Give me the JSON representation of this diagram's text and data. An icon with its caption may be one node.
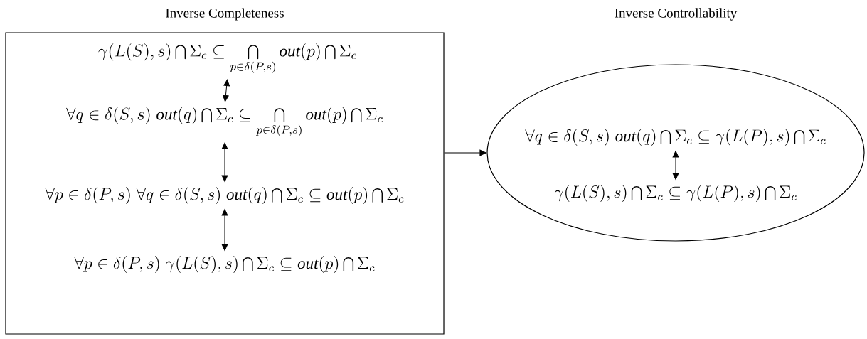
{
  "diagram": {
    "nodes": [
      {
        "text": [
          "Inverse Completeness"
        ]
      },
      {
        "text": [
          "\\gamma(L(S),s)\\bigcap\\Sigma_c\\subseteq\\bigcap\\limits_{p\\in\\delta(P,s)}\\mathit{out}(p)\\bigcap\\Sigma_c"
        ],
        "in": 0
      },
      {
        "text": [
          "\\forall q\\in\\delta(S,s)\\;\\mathit{out}(q)\\bigcap\\Sigma_c\\subseteq\\bigcap\\limits_{p\\in\\delta(P,s)}\\mathit{out}(p)\\bigcap\\Sigma_c"
        ],
        "in": 0
      },
      {
        "text": [
          "\\forall p\\in\\delta(P,s)\\;\\forall q\\in\\delta(S,s)\\;\\mathit{out}(q)\\bigcap\\Sigma_c\\subseteq\\mathit{out}(p)\\bigcap\\Sigma_c"
        ],
        "in": 0
      },
      {
        "text": [
          "\\forall p\\in\\delta(P,s)\\;\\gamma(L(S),s)\\bigcap\\Sigma_c\\subseteq\\mathit{out}(p)\\bigcap\\Sigma_c"
        ],
        "in": 0
      },
      {
        "text": [
          "Inverse Controllability"
        ]
      },
      {
        "text": [
          "\\forall q\\in\\delta(S,s)\\;\\mathit{out}(q)\\bigcap\\Sigma_c\\subseteq\\gamma(L(P),s)\\bigcap\\Sigma_c"
        ],
        "in": 5
      },
      {
        "text": [
          "\\gamma(L(S),s)\\bigcap\\Sigma_c\\subseteq\\gamma(L(P),s)\\bigcap\\Sigma_c"
        ],
        "in": 5
      }
    ],
    "edges": [
      {
        "from": 1,
        "to": 2,
        "arrow": "both"
      },
      {
        "from": 2,
        "to": 3,
        "arrow": "both"
      },
      {
        "from": 3,
        "to": 4,
        "arrow": "both"
      },
      {
        "from": 0,
        "to": 5,
        "arrow": "to"
      },
      {
        "from": 6,
        "to": 7,
        "arrow": "both"
      }
    ]
  }
}
